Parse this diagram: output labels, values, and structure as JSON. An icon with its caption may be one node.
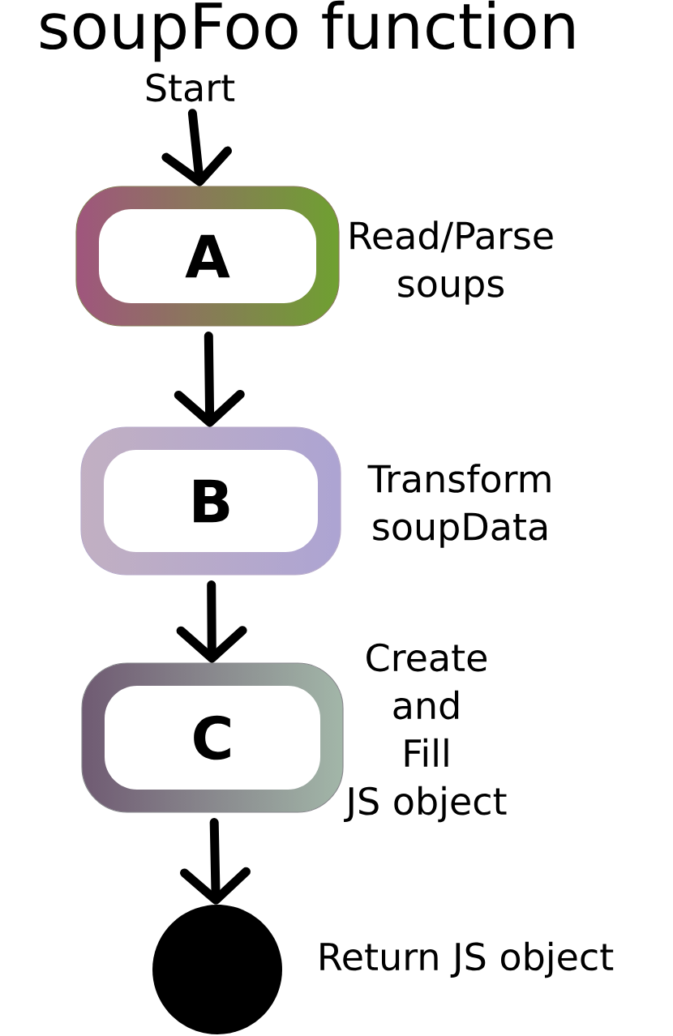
{
  "diagram": {
    "title": "soupFoo function",
    "nodes": [
      {
        "text": [
          "Start"
        ]
      },
      {
        "text": [
          "A"
        ],
        "beside": [
          "Read/Parse soups"
        ]
      },
      {
        "text": [
          "B"
        ],
        "beside": [
          "Transform soupData"
        ]
      },
      {
        "text": [
          "C"
        ],
        "beside": [
          "Create and Fill JS object"
        ]
      },
      {
        "text": [],
        "shape": "circle",
        "beside": [
          "Return JS object"
        ]
      }
    ],
    "edges": [
      {
        "from": 0,
        "to": 1,
        "arrow": "to"
      },
      {
        "from": 1,
        "to": 2,
        "arrow": "to"
      },
      {
        "from": 2,
        "to": 3,
        "arrow": "to"
      },
      {
        "from": 3,
        "to": 4,
        "arrow": "to"
      }
    ]
  }
}
